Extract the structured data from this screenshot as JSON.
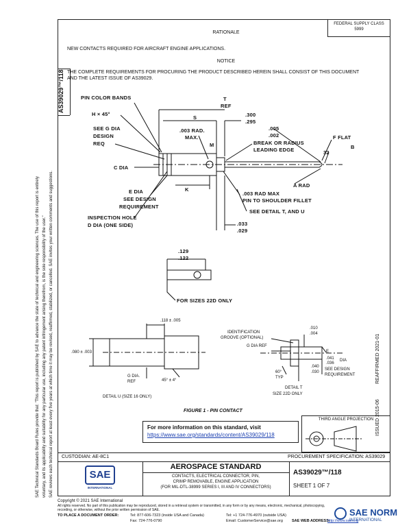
{
  "side_text": {
    "line1": "SAE Technical Standards Board Rules provide that: \"This report is published by SAE to advance the state of technical and engineering sciences. The use of this report is entirely",
    "line2": "voluntary, and its applicability and suitability for any particular use, including any patent infringement arising therefrom, is the sole responsibility of the user.\"",
    "line3": "SAE reviews each technical report at least every five years at which time it may be revised, reaffirmed, stabilized, or cancelled. SAE invites your written comments and suggestions."
  },
  "header": {
    "federal_supply_class_label": "FEDERAL SUPPLY CLASS",
    "federal_supply_class_value": "5999",
    "doc_id_vertical": "AS39029™/118",
    "rationale_title": "RATIONALE",
    "rationale_text": "NEW CONTACTS REQUIRED FOR AIRCRAFT ENGINE APPLICATIONS.",
    "notice_title": "NOTICE",
    "notice_text": "THE COMPLETE REQUIREMENTS FOR PROCURING THE PRODUCT DESCRIBED HEREIN SHALL CONSIST OF THIS DOCUMENT AND THE LATEST ISSUE OF AS39029."
  },
  "drawing": {
    "labels": {
      "pin_color_bands": "PIN COLOR BANDS",
      "h45": "H × 45°",
      "see_g_dia": "SEE G DIA",
      "design": "DESIGN",
      "req": "REQ",
      "c_dia": "C DIA",
      "e_dia": "E DIA",
      "see_design": "SEE DESIGN",
      "requirement": "REQUIREMENT",
      "inspection_hole": "INSPECTION HOLE",
      "d_dia_one_side": "D DIA (ONE SIDE)",
      "s": "S",
      "t": "T",
      "ref": "REF",
      "dim_300": ".300",
      "dim_295": ".295",
      "rad_003": ".003 RAD.",
      "max": "MAX.",
      "m": "M",
      "dim_005": ".005",
      "dim_002": ".002",
      "break_or_radius": "BREAK OR RADIUS",
      "leading_edge": "LEADING EDGE",
      "f_flat": "F FLAT",
      "b": "B",
      "dim_32": "32",
      "a_rad": "A RAD",
      "k": "K",
      "rad_max_003": ".003 RAD MAX",
      "pin_to_shoulder": "PIN TO SHOULDER FILLET",
      "see_detail": "SEE DETAIL T, AND U",
      "dim_033": ".033",
      "dim_029": ".029",
      "dim_129": ".129",
      "dim_122": ".122",
      "for_sizes": "FOR SIZES 22D ONLY",
      "dim_118": ".118 ± .005",
      "dim_080": ".080 ± .003",
      "g_dia_ref_left": "G DIA.",
      "ref_left": "REF",
      "angle_45": "45° ± 4°",
      "detail_u": "DETAIL U (SIZE 16 ONLY)",
      "identification": "IDENTIFICATION",
      "groove_optional": "GROOVE (OPTIONAL)",
      "dim_010": ".010",
      "dim_004": ".004",
      "g_dia_ref": "G DIA REF",
      "e": "E",
      "dim_041": ".041",
      "dim_036": ".036",
      "dia": "DIA",
      "dim_040": ".040",
      "dim_030": ".030",
      "see_design2": "SEE DESIGN",
      "requirement2": "REQUIREMENT",
      "deg_60": "60°",
      "typ": "TYP",
      "detail_t": "DETAIL T",
      "size_22d_only": "SIZE 22D ONLY",
      "figure_caption": "FIGURE 1 - PIN CONTACT",
      "third_angle": "THIRD ANGLE PROJECTION"
    }
  },
  "info_box": {
    "text": "For more information on this standard, visit",
    "link": "https://www.sae.org/standards/content/AS39029/118"
  },
  "issued": {
    "revised": "REAFFIRMED 2021-01",
    "issued": "ISSUED 2015-06"
  },
  "title_block": {
    "custodian": "CUSTODIAN: AE-8C1",
    "procurement": "PROCUREMENT SPECIFICATION: AS39029",
    "logo_text": "SAE",
    "logo_sub": "INTERNATIONAL",
    "standard_title": "AEROSPACE STANDARD",
    "desc_line1": "CONTACTS, ELECTRICAL CONNECTOR, PIN,",
    "desc_line2": "CRIMP REMOVABLE, ENGINE APPLICATION",
    "desc_line3": "(FOR MIL-DTL-38999 SERIES I, III AND IV CONNECTORS)",
    "doc_number": "AS39029™/118",
    "sheet": "SHEET 1 OF 7"
  },
  "footer": {
    "copyright": "Copyright © 2021 SAE International",
    "rights": "All rights reserved. No part of this publication may be reproduced, stored in a retrieval system or transmitted, in any form or by any means, electronic, mechanical, photocopying,",
    "rights2": "recording, or otherwise, without the prior written permission of SAE.",
    "to_place": "TO PLACE A DOCUMENT ORDER:",
    "tel": "Tel:   877-606-7323 (inside USA and Canada)",
    "tel2": "Tel:   +1 724-776-4970 (outside USA)",
    "fax": "Fax:   724-776-0790",
    "email": "Email: CustomerService@sae.org",
    "web": "SAE WEB ADDRESS:",
    "web_url": "http://www.sae.org"
  },
  "watermark": {
    "text": "SAE NORM",
    "sub": "INTERNATIONAL"
  },
  "colors": {
    "link": "#1a3fb0",
    "logo": "#1f3f8f",
    "watermark": "#1c4a9c"
  }
}
